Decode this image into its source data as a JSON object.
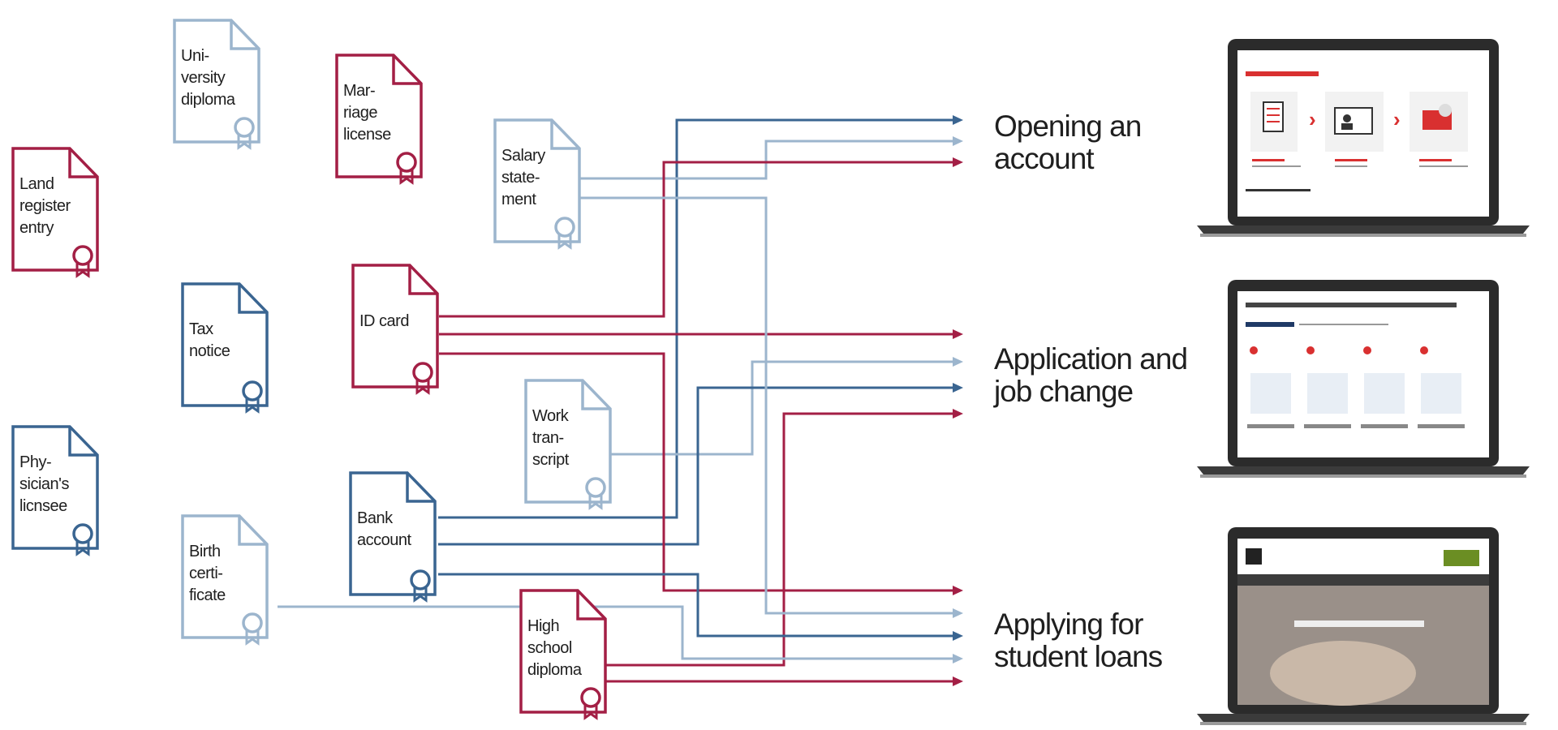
{
  "colors": {
    "crimson": "#a31f45",
    "steel": "#3a6591",
    "light": "#9cb5cd",
    "text": "#1f1f1f",
    "laptop_frame": "#2b2b2b"
  },
  "documents": [
    {
      "id": "land",
      "lines": [
        "Land",
        "register",
        "entry"
      ],
      "color": "crimson",
      "icon": "certificate-document-icon"
    },
    {
      "id": "physician",
      "lines": [
        "Phy-",
        "sician's",
        "licnsee"
      ],
      "color": "steel",
      "icon": "certificate-document-icon"
    },
    {
      "id": "university",
      "lines": [
        "Uni-",
        "versity",
        "diploma"
      ],
      "color": "light",
      "icon": "certificate-document-icon"
    },
    {
      "id": "tax",
      "lines": [
        "Tax",
        "notice"
      ],
      "color": "steel",
      "icon": "certificate-document-icon"
    },
    {
      "id": "birth",
      "lines": [
        "Birth",
        "certi-",
        "ficate"
      ],
      "color": "light",
      "icon": "certificate-document-icon"
    },
    {
      "id": "marriage",
      "lines": [
        "Mar-",
        "riage",
        "license"
      ],
      "color": "crimson",
      "icon": "certificate-document-icon"
    },
    {
      "id": "idcard",
      "lines": [
        "ID card"
      ],
      "color": "crimson",
      "icon": "certificate-document-icon"
    },
    {
      "id": "bank",
      "lines": [
        "Bank",
        "account"
      ],
      "color": "steel",
      "icon": "certificate-document-icon"
    },
    {
      "id": "salary",
      "lines": [
        "Salary",
        "state-",
        "ment"
      ],
      "color": "light",
      "icon": "certificate-document-icon"
    },
    {
      "id": "work",
      "lines": [
        "Work",
        "tran-",
        "script"
      ],
      "color": "light",
      "icon": "certificate-document-icon"
    },
    {
      "id": "highschool",
      "lines": [
        "High",
        "school",
        "diploma"
      ],
      "color": "crimson",
      "icon": "certificate-document-icon"
    }
  ],
  "targets": [
    {
      "id": "account",
      "lines": [
        "Opening an",
        "account"
      ]
    },
    {
      "id": "application",
      "lines": [
        "Application and",
        "job change"
      ]
    },
    {
      "id": "loans",
      "lines": [
        "Applying for",
        "student loans"
      ]
    }
  ],
  "connections": [
    {
      "from": "bank",
      "to": "account",
      "color": "steel"
    },
    {
      "from": "salary",
      "to": "account",
      "color": "light"
    },
    {
      "from": "idcard",
      "to": "account",
      "color": "crimson"
    },
    {
      "from": "idcard",
      "to": "application",
      "color": "crimson"
    },
    {
      "from": "work",
      "to": "application",
      "color": "light"
    },
    {
      "from": "bank",
      "to": "application",
      "color": "steel"
    },
    {
      "from": "highschool",
      "to": "application",
      "color": "crimson"
    },
    {
      "from": "idcard",
      "to": "loans",
      "color": "crimson"
    },
    {
      "from": "salary",
      "to": "loans",
      "color": "light"
    },
    {
      "from": "bank",
      "to": "loans",
      "color": "steel"
    },
    {
      "from": "birth",
      "to": "loans",
      "color": "light"
    },
    {
      "from": "highschool",
      "to": "loans",
      "color": "crimson"
    }
  ],
  "laptops": [
    {
      "id": "laptop-account",
      "screen": "account-opening-steps-screenshot"
    },
    {
      "id": "laptop-application",
      "screen": "job-application-process-screenshot"
    },
    {
      "id": "laptop-loans",
      "screen": "student-loan-portal-screenshot"
    }
  ]
}
